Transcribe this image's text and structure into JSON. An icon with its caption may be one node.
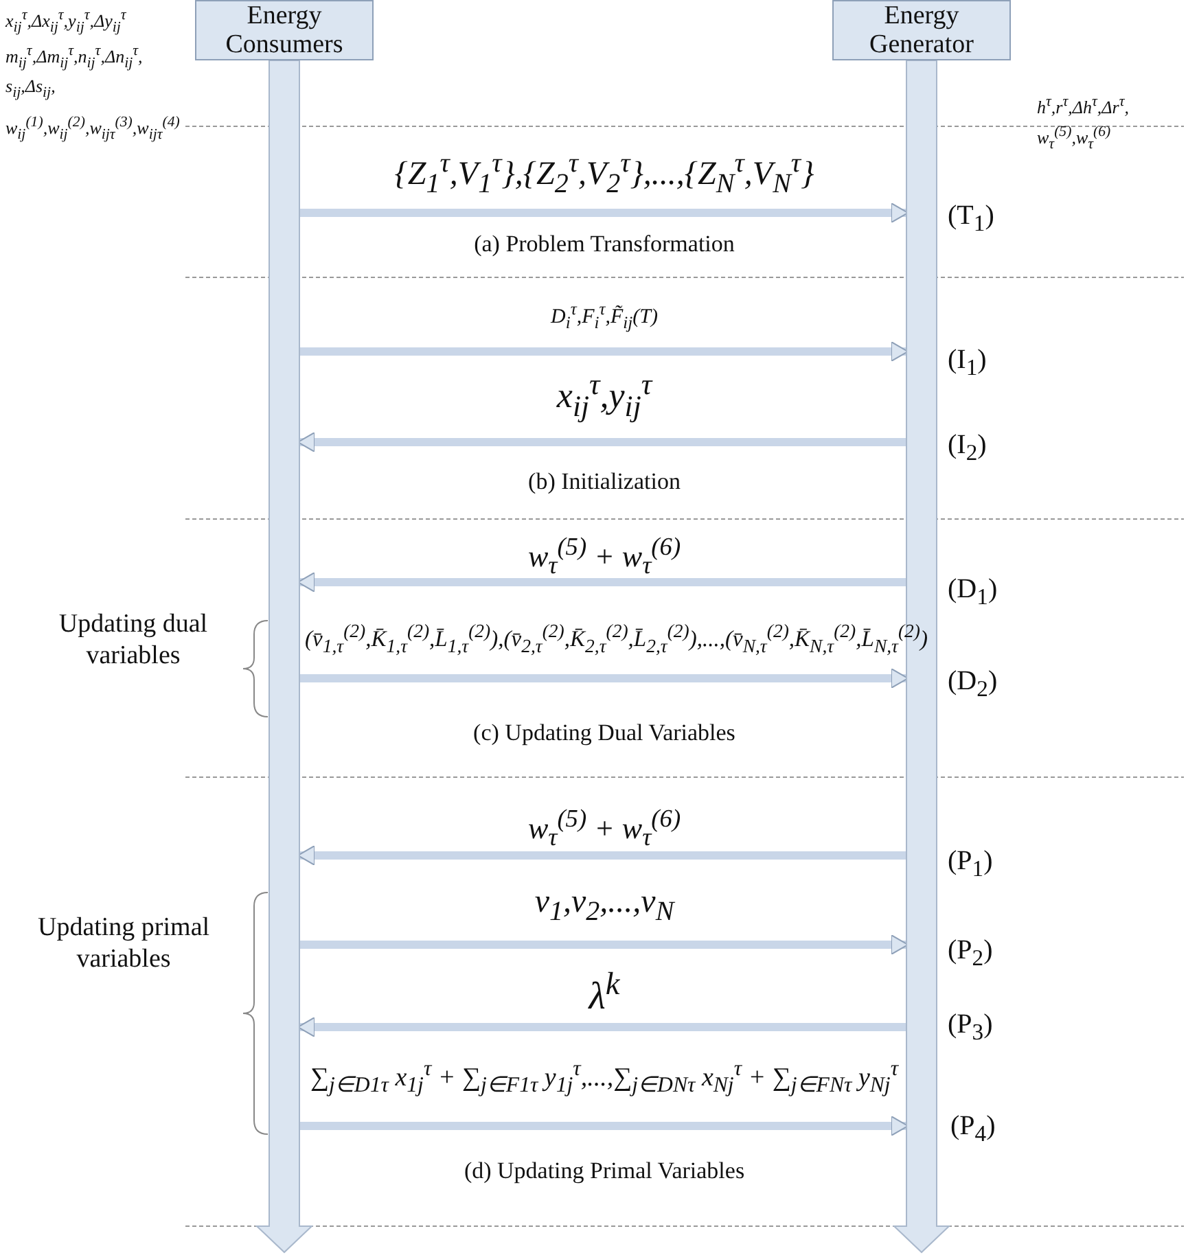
{
  "diagram": {
    "nodes": [
      {
        "text": [
          "Energy Consumers"
        ],
        "beside": [
          "x$_{ij}$$^{τ}$,Δx$_{ij}$$^{τ}$,y$_{ij}$$^{τ}$,Δy$_{ij}$$^{τ}$",
          "m$_{ij}$$^{τ}$,Δm$_{ij}$$^{τ}$,n$_{ij}$$^{τ}$,Δn$_{ij}$$^{τ}$,",
          "s$_{ij}$,Δs$_{ij}$,",
          "w$_{ij}$$^{(1)}$,w$_{ij}$$^{(2)}$,w$_{ijτ}$$^{(3)}$,w$_{ijτ}$$^{(4)}$"
        ]
      },
      {
        "text": [
          "Energy Generator"
        ],
        "beside": [
          "h$^{τ}$,r$^{τ}$,Δh$^{τ}$,Δr$^{τ}$,",
          "w$_{τ}$$^{(5)}$,w$_{τ}$$^{(6)}$"
        ]
      }
    ],
    "edges": [
      {
        "from": 0,
        "to": 1,
        "arrow": "to",
        "label": "{Z$_{1}$$^{τ}$,V$_{1}$$^{τ}$},{Z$_{2}$$^{τ}$,V$_{2}$$^{τ}$},...,{Z$_{N}$$^{τ}$,V$_{N}$$^{τ}$}"
      },
      {
        "from": 0,
        "to": 1,
        "arrow": "to",
        "label": "D$_{i}$$^{τ}$,F$_{i}$$^{τ}$,F̃$_{ij}$(T)"
      },
      {
        "from": 1,
        "to": 0,
        "arrow": "to",
        "label": "x$_{ij}$$^{τ}$,y$_{ij}$$^{τ}$"
      },
      {
        "from": 1,
        "to": 0,
        "arrow": "to",
        "label": "w$_{τ}$$^{(5)}$ + w$_{τ}$$^{(6)}$"
      },
      {
        "from": 0,
        "to": 1,
        "arrow": "to",
        "label": "(v̄$_{1,τ}$$^{(2)}$,K̄$_{1,τ}$$^{(2)}$,L̄$_{1,τ}$$^{(2)}$),(v̄$_{2,τ}$$^{(2)}$,K̄$_{2,τ}$$^{(2)}$,L̄$_{2,τ}$$^{(2)}$),...,(v̄$_{N,τ}$$^{(2)}$,K̄$_{N,τ}$$^{(2)}$,L̄$_{N,τ}$$^{(2)}$)"
      },
      {
        "from": 1,
        "to": 0,
        "arrow": "to",
        "label": "w$_{τ}$$^{(5)}$ + w$_{τ}$$^{(6)}$"
      },
      {
        "from": 0,
        "to": 1,
        "arrow": "to",
        "label": "ν$_{1}$,ν$_{2}$,...,ν$_{N}$"
      },
      {
        "from": 1,
        "to": 0,
        "arrow": "to",
        "label": "λ$^{k}$"
      },
      {
        "from": 0,
        "to": 1,
        "arrow": "to",
        "label": "∑$_{j∈D1τ}$ x$_{1j}$$^{τ}$ + ∑$_{j∈F1τ}$ y$_{1j}$$^{τ}$,...,∑$_{j∈DNτ}$ x$_{Nj}$$^{τ}$ + ∑$_{j∈FNτ}$ y$_{Nj}$$^{τ}$"
      }
    ],
    "labels": [
      "(T$_{1}$)",
      "(a) Problem Transformation",
      "(I$_{1}$)",
      "(I$_{2}$)",
      "(b) Initialization",
      "(D$_{1}$)",
      "Updating dual variables",
      "(D$_{2}$)",
      "(c) Updating Dual Variables",
      "(P$_{1}$)",
      "Updating primal variables",
      "(P$_{2}$)",
      "(P$_{3}$)",
      "(P$_{4}$)",
      "(d) Updating Primal Variables"
    ]
  }
}
